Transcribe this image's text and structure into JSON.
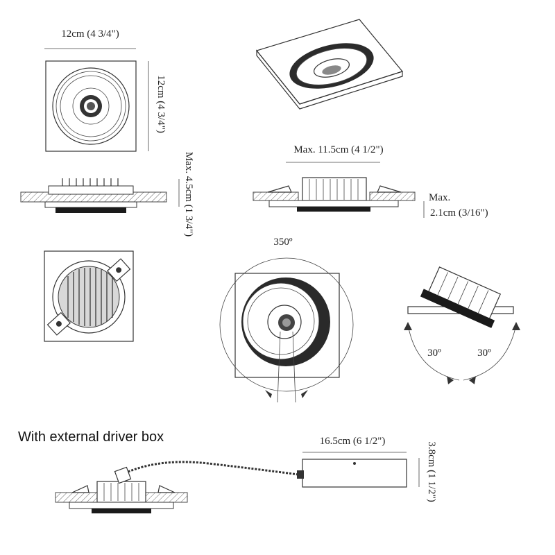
{
  "labels": {
    "top_width": "12cm (4 3/4\")",
    "top_height": "12cm (4 3/4\")",
    "side_depth": "Max. 4.5cm (1 3/4\")",
    "cutout_width": "Max. 11.5cm (4 1/2\")",
    "trim_depth_line1": "Max.",
    "trim_depth_line2": "2.1cm (3/16\")",
    "rotation": "350º",
    "tilt_left": "30º",
    "tilt_right": "30º",
    "driver_caption": "With external driver box",
    "driver_width": "16.5cm (6 1/2\")",
    "driver_height": "3.8cm (1 1/2\")"
  }
}
